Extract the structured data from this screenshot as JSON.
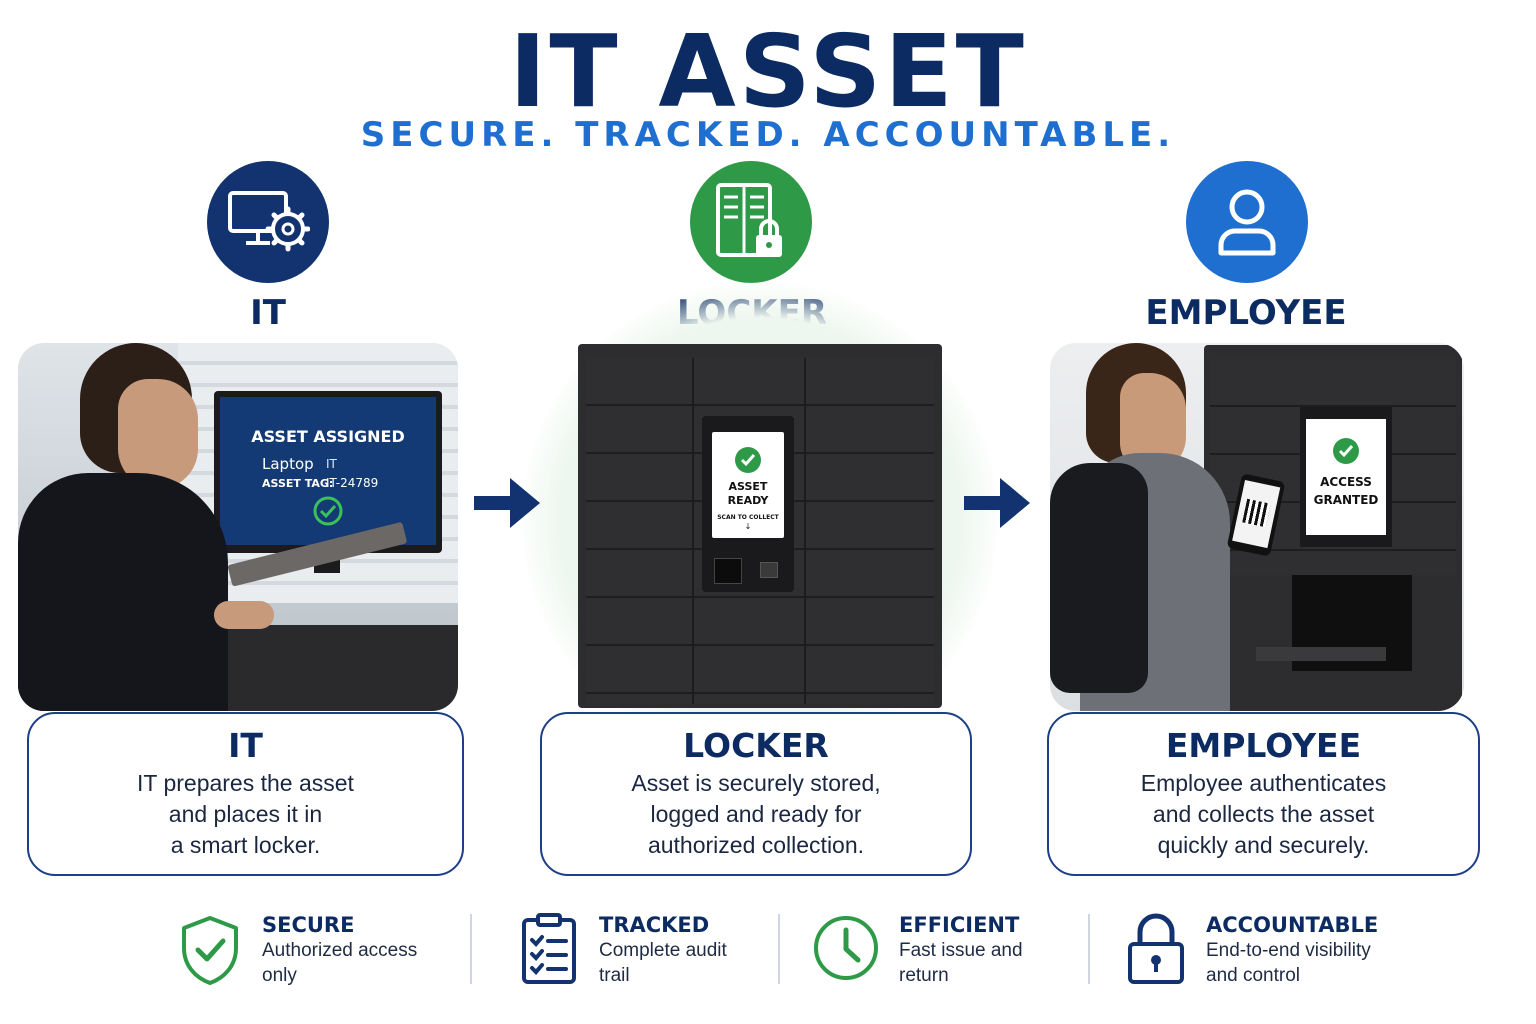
{
  "header": {
    "title": "IT ASSET",
    "subtitle": "SECURE. TRACKED. ACCOUNTABLE."
  },
  "colors": {
    "navy": "#0c2b62",
    "blue": "#1f6fd0",
    "green": "#2e9a48",
    "locker": "#2d2d2f"
  },
  "steps": [
    {
      "label": "IT",
      "icon": "monitor-gear-icon",
      "card_title": "IT",
      "card_lines": [
        "IT prepares the asset",
        "and places it in",
        "a smart locker."
      ],
      "screen": {
        "heading": "ASSET ASSIGNED",
        "item": "Laptop",
        "item_partial": "IT",
        "tag_label": "ASSET TAG:",
        "tag_value": "IT-24789"
      }
    },
    {
      "label": "LOCKER",
      "icon": "locker-lock-icon",
      "card_title": "LOCKER",
      "card_lines": [
        "Asset is securely stored,",
        "logged and ready for",
        "authorized collection."
      ],
      "screen": {
        "line1": "ASSET",
        "line2": "READY",
        "hint": "SCAN TO COLLECT"
      }
    },
    {
      "label": "EMPLOYEE",
      "icon": "user-icon",
      "card_title": "EMPLOYEE",
      "card_lines": [
        "Employee authenticates",
        "and collects the asset",
        "quickly and securely."
      ],
      "screen": {
        "line1": "ACCESS",
        "line2": "GRANTED"
      }
    }
  ],
  "features": [
    {
      "title": "SECURE",
      "lines": [
        "Authorized access",
        "only"
      ],
      "icon": "shield-check-icon"
    },
    {
      "title": "TRACKED",
      "lines": [
        "Complete audit",
        "trail"
      ],
      "icon": "clipboard-checklist-icon"
    },
    {
      "title": "EFFICIENT",
      "lines": [
        "Fast issue and",
        "return"
      ],
      "icon": "clock-icon"
    },
    {
      "title": "ACCOUNTABLE",
      "lines": [
        "End-to-end visibility",
        "and control"
      ],
      "icon": "padlock-icon"
    }
  ]
}
